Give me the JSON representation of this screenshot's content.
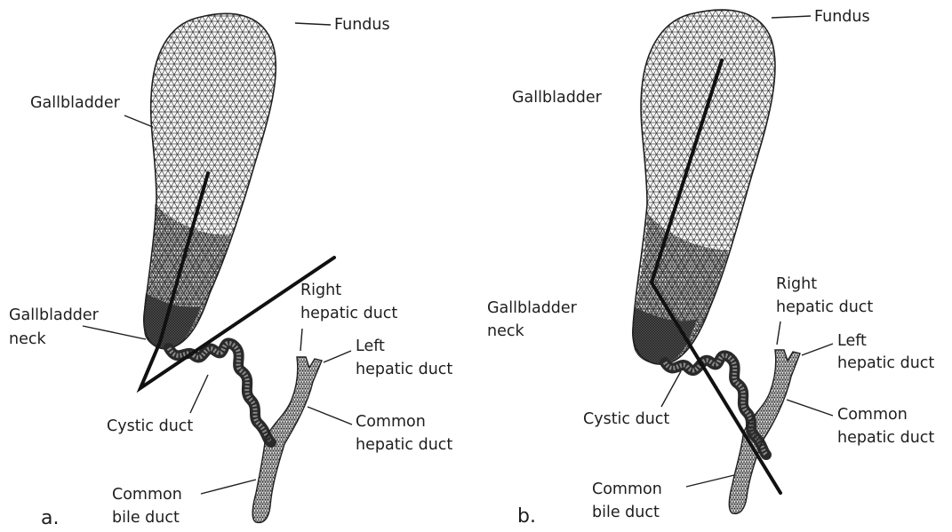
{
  "panels": [
    {
      "letter": "a.",
      "labels": {
        "fundus": "Fundus",
        "gallbladder": "Gallbladder",
        "neck_line1": "Gallbladder",
        "neck_line2": "neck",
        "right_line1": "Right",
        "right_line2": "hepatic duct",
        "left_line1": "Left",
        "left_line2": "hepatic duct",
        "cystic": "Cystic duct",
        "common_hep_line1": "Common",
        "common_hep_line2": "hepatic duct",
        "bile_line1": "Common",
        "bile_line2": "bile duct"
      }
    },
    {
      "letter": "b.",
      "labels": {
        "fundus": "Fundus",
        "gallbladder": "Gallbladder",
        "neck_line1": "Gallbladder",
        "neck_line2": "neck",
        "right_line1": "Right",
        "right_line2": "hepatic duct",
        "left_line1": "Left",
        "left_line2": "hepatic duct",
        "cystic": "Cystic duct",
        "common_hep_line1": "Common",
        "common_hep_line2": "hepatic duct",
        "bile_line1": "Common",
        "bile_line2": "bile duct"
      }
    }
  ],
  "colors": {
    "ink": "#1e1e1e",
    "mesh": "#3a3a3a",
    "background": "#ffffff"
  }
}
